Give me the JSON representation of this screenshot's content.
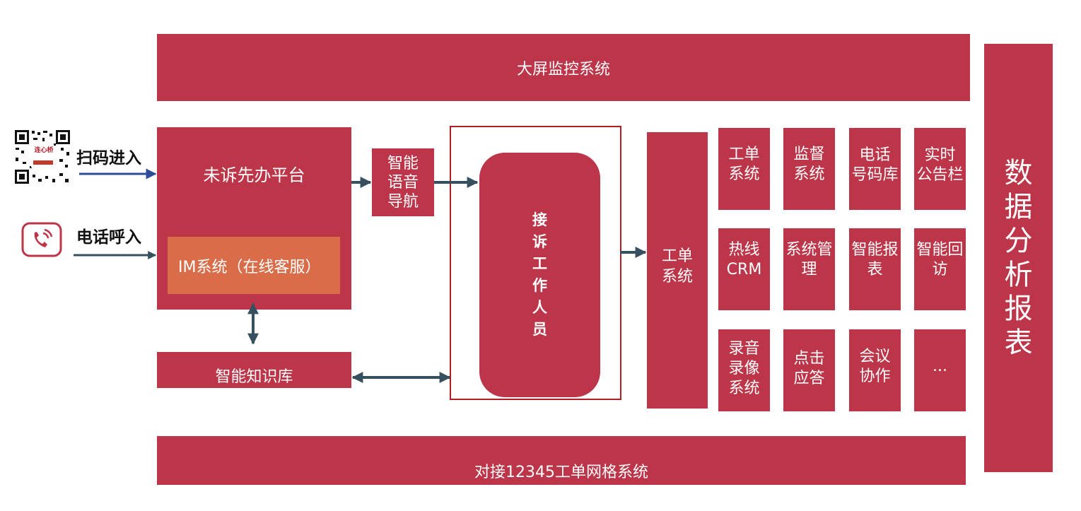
{
  "top_bar": "大屏监控系统",
  "bottom_bar": "对接12345工单网格系统",
  "right_panel": "数\n据\n分\n析\n报\n表",
  "inputs": {
    "scan": "扫码进入",
    "phone": "电话呼入",
    "qr_caption": "连心桥"
  },
  "platform": {
    "title": "未诉先办平台",
    "im": "IM系统（在线客服）"
  },
  "knowledge_base": "智能知识库",
  "ivr": "智能\n语音\n导航",
  "agent": "接\n诉\n工\n作\n人\n员",
  "ticket_system": "工单\n系统",
  "modules": [
    "工单\n系统",
    "监督\n系统",
    "电话\n号码库",
    "实时\n公告栏",
    "热线\nCRM",
    "系统管\n理",
    "智能报\n表",
    "智能回\n访",
    "录音\n录像\n系统",
    "点击\n应答",
    "会议\n协作",
    "..."
  ],
  "colors": {
    "block": "#bc3548",
    "im": "#d96d4a",
    "arrow": "#36505f",
    "arrow_in": "#2f4c9b",
    "frame": "#b01e24"
  }
}
